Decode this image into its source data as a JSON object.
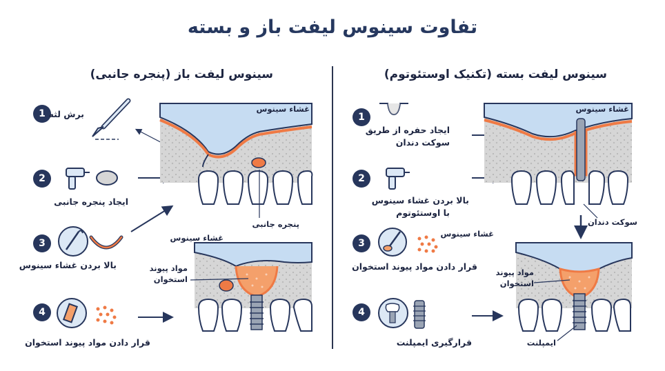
{
  "title": "تفاوت سینوس لیفت باز و بسته",
  "open_lift": {
    "heading": "سینوس لیفت باز (پنجره جانبی)",
    "steps": [
      {
        "num": "1",
        "label": "برش لثه"
      },
      {
        "num": "2",
        "label": "ایجاد پنجره جانبی"
      },
      {
        "num": "3",
        "label": "بالا بردن غشاء سینوس"
      },
      {
        "num": "4",
        "label": "قرار دادن مواد پیوند استخوان"
      }
    ],
    "labels": {
      "membrane_top": "غشاء سینوس",
      "window": "پنجره جانبی",
      "membrane_bottom": "غشاء سینوس",
      "graft_line1": "مواد پیوند",
      "graft_line2": "استخوان"
    }
  },
  "closed_lift": {
    "heading": "سینوس لیفت بسته (تکنیک اوستئوتوم)",
    "steps": [
      {
        "num": "1",
        "label_line1": "ایجاد حفره از طریق",
        "label_line2": "سوکت دندان"
      },
      {
        "num": "2",
        "label_line1": "بالا بردن غشاء سینوس",
        "label_line2": "با اوستئوتوم"
      },
      {
        "num": "3",
        "label_line1": "غشاء سینوس",
        "label_line2": "قرار دادن مواد پیوند استخوان"
      },
      {
        "num": "4",
        "label": "قرارگیری ایمپلنت"
      }
    ],
    "labels": {
      "membrane_top": "غشاء سینوس",
      "socket": "سوکت دندان",
      "graft_line1": "مواد پیوند",
      "graft_line2": "استخوان",
      "implant": "ایمپلنت"
    }
  },
  "colors": {
    "navy": "#27365c",
    "sinus": "#c6dcf2",
    "membrane": "#ef7a45",
    "bone": "#d6d6d6",
    "graft": "#f4a06b"
  }
}
